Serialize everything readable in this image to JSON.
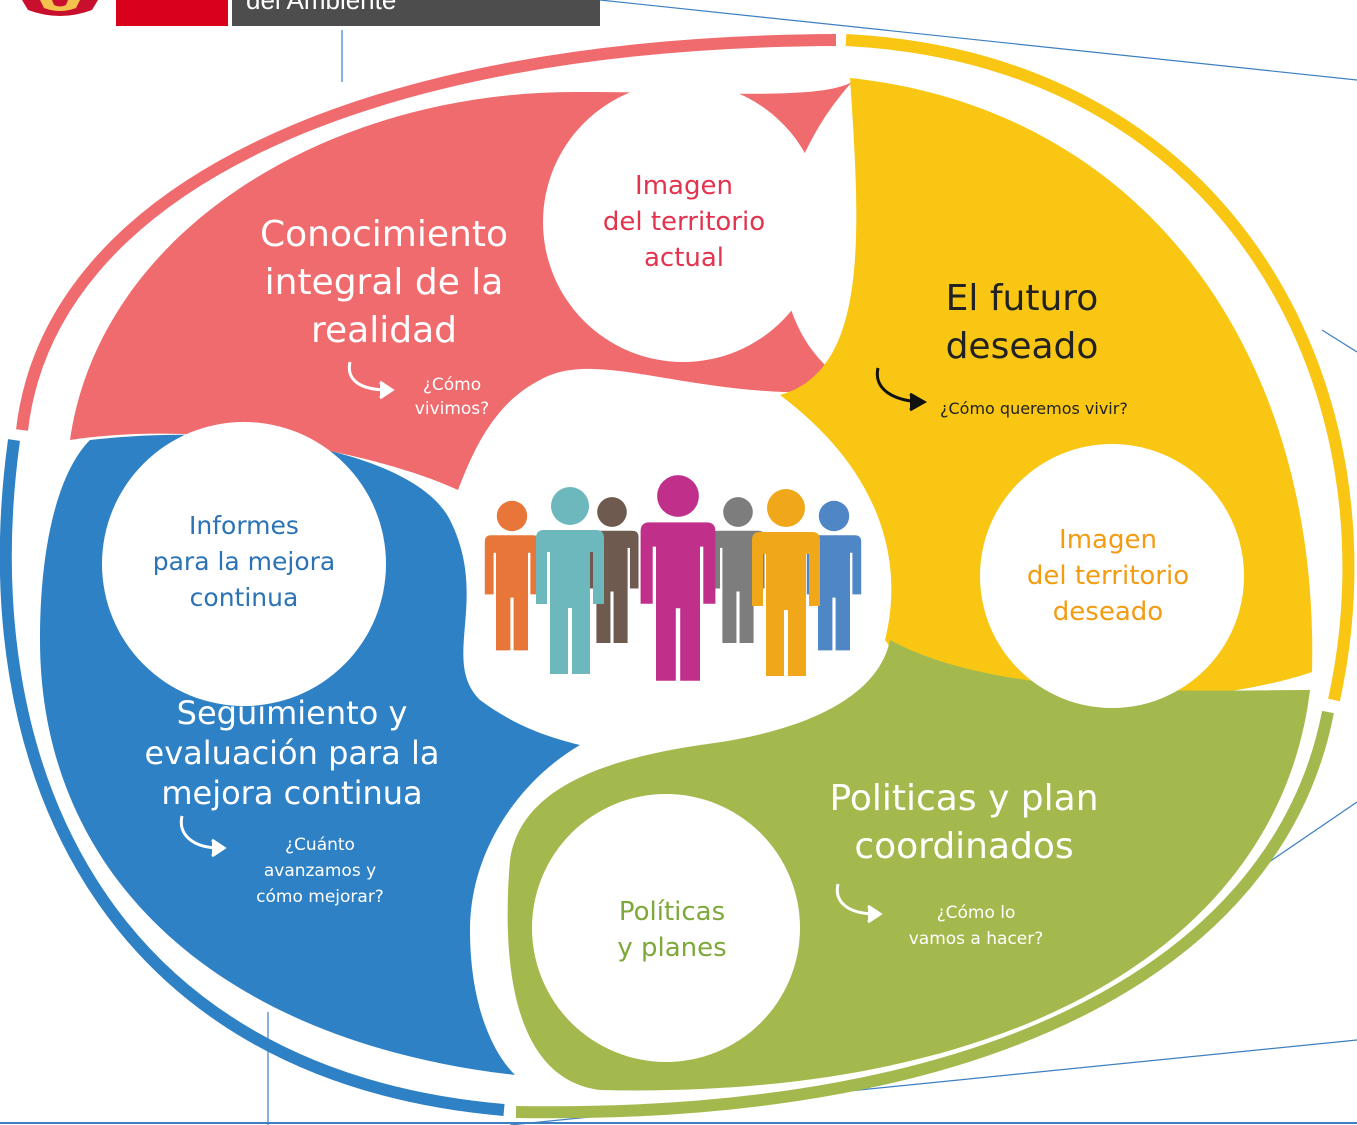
{
  "header": {
    "ministry_text": "del Ambiente",
    "colors": {
      "peru_red": "#d9001b",
      "gray_band": "#4d4d4d",
      "seal_red": "#c8102e"
    },
    "emblem_icon": "coat-of-arms-icon"
  },
  "cycle": {
    "center_icon": "people-group-icon",
    "segments": [
      {
        "id": "conocimiento",
        "color": "#ef6b6e",
        "title": [
          "Conocimiento",
          "integral de la",
          "realidad"
        ],
        "question": [
          "¿Cómo",
          "vivimos?"
        ],
        "circle_text": [
          "Imagen",
          "del territorio",
          "actual"
        ],
        "circle_text_color": "#e3334f"
      },
      {
        "id": "futuro",
        "color": "#f8c613",
        "title": [
          "El futuro",
          "deseado"
        ],
        "question": [
          "¿Cómo queremos vivir?"
        ],
        "circle_text": [
          "Imagen",
          "del territorio",
          "deseado"
        ],
        "circle_text_color": "#f39c12"
      },
      {
        "id": "politicas",
        "color": "#a4b94d",
        "title": [
          "Politicas y plan",
          "coordinados"
        ],
        "question": [
          "¿Cómo lo",
          "vamos a hacer?"
        ],
        "circle_text": [
          "Políticas",
          "y planes"
        ],
        "circle_text_color": "#7ea83a"
      },
      {
        "id": "seguimiento",
        "color": "#2e81c5",
        "title": [
          "Seguimiento y",
          "evaluación para la",
          "mejora continua"
        ],
        "question": [
          "¿Cuánto",
          "avanzamos y",
          "cómo mejorar?"
        ],
        "circle_text": [
          "Informes",
          "para la mejora",
          "continua"
        ],
        "circle_text_color": "#2b73b5"
      }
    ]
  },
  "people_colors": [
    "#e87638",
    "#6cb8bc",
    "#6f5a4f",
    "#c0308a",
    "#7d7d7d",
    "#f0a81a",
    "#4f86c5"
  ]
}
